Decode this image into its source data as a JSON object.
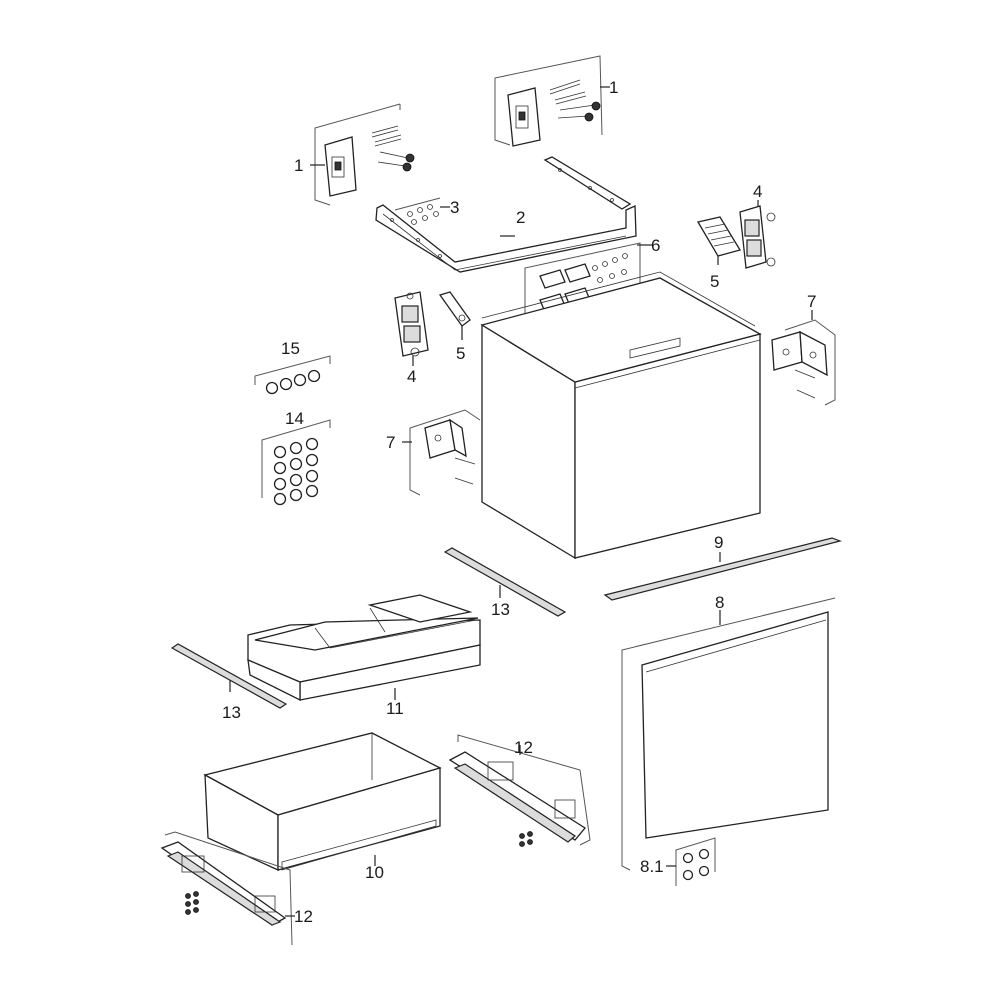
{
  "callouts": {
    "c1a": "1",
    "c1b": "1",
    "c2": "2",
    "c3": "3",
    "c4a": "4",
    "c4b": "4",
    "c5a": "5",
    "c5b": "5",
    "c6": "6",
    "c7a": "7",
    "c7b": "7",
    "c8": "8",
    "c81": "8.1",
    "c9": "9",
    "c10": "10",
    "c11": "11",
    "c12a": "12",
    "c12b": "12",
    "c13a": "13",
    "c13b": "13",
    "c14": "14",
    "c15": "15"
  }
}
